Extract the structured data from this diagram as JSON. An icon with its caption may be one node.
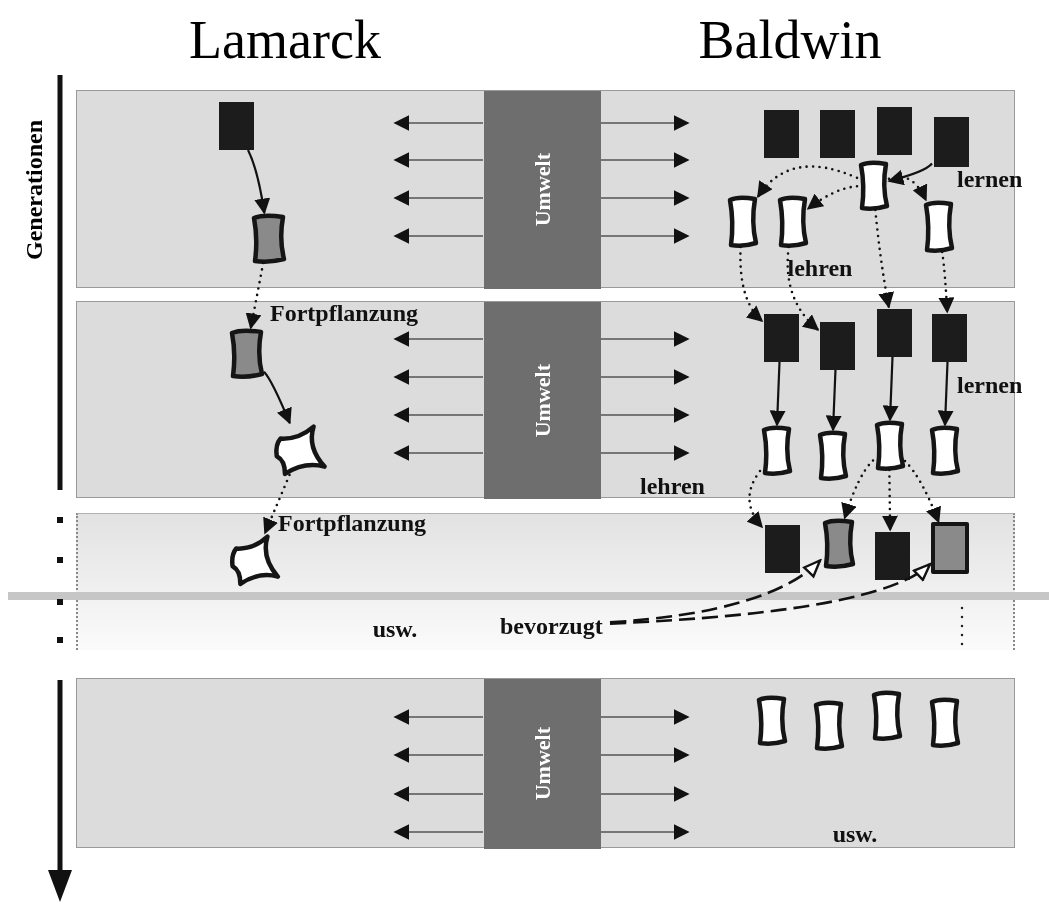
{
  "diagram": {
    "nodes": [
      {
        "text": [],
        "shape": "band"
      },
      {
        "text": [
          "Umwelt"
        ],
        "in": 0
      },
      {
        "text": [],
        "shape": "box",
        "in": 0
      },
      {
        "text": [],
        "shape": "flag",
        "in": 0
      },
      {
        "text": [],
        "shape": "box",
        "in": 0
      },
      {
        "text": [],
        "shape": "box",
        "in": 0
      },
      {
        "text": [],
        "shape": "box",
        "in": 0
      },
      {
        "text": [],
        "shape": "box",
        "in": 0
      },
      {
        "text": [],
        "shape": "flag",
        "in": 0
      },
      {
        "text": [],
        "shape": "flag",
        "in": 0
      },
      {
        "text": [],
        "shape": "flag",
        "in": 0
      },
      {
        "text": [],
        "shape": "flag",
        "in": 0
      },
      {
        "text": [],
        "shape": "band"
      },
      {
        "text": [
          "Umwelt"
        ],
        "in": 12
      },
      {
        "text": [],
        "shape": "flag",
        "in": 12
      },
      {
        "text": [],
        "shape": "blob",
        "in": 12
      },
      {
        "text": [],
        "shape": "box",
        "in": 12
      },
      {
        "text": [],
        "shape": "box",
        "in": 12
      },
      {
        "text": [],
        "shape": "box",
        "in": 12
      },
      {
        "text": [],
        "shape": "box",
        "in": 12
      },
      {
        "text": [],
        "shape": "flag",
        "in": 12
      },
      {
        "text": [],
        "shape": "flag",
        "in": 12
      },
      {
        "text": [],
        "shape": "flag",
        "in": 12
      },
      {
        "text": [],
        "shape": "flag",
        "in": 12
      },
      {
        "text": [],
        "shape": "band"
      },
      {
        "text": [],
        "shape": "blob",
        "in": 24
      },
      {
        "text": [],
        "shape": "box",
        "in": 24
      },
      {
        "text": [],
        "shape": "flag",
        "in": 24
      },
      {
        "text": [],
        "shape": "box",
        "in": 24
      },
      {
        "text": [],
        "shape": "box",
        "in": 24
      },
      {
        "text": [
          "bevorzugt"
        ],
        "in": 24
      },
      {
        "text": [],
        "shape": "band"
      },
      {
        "text": [
          "Umwelt"
        ],
        "in": 31
      },
      {
        "text": [],
        "shape": "flag",
        "in": 31
      },
      {
        "text": [],
        "shape": "flag",
        "in": 31
      },
      {
        "text": [],
        "shape": "flag",
        "in": 31
      },
      {
        "text": [],
        "shape": "flag",
        "in": 31
      }
    ],
    "edges": [
      {
        "from": 2,
        "to": 3,
        "arrow": "to"
      },
      {
        "from": 3,
        "to": 14,
        "arrow": "to",
        "style": "dashed",
        "label": "Fortpflanzung"
      },
      {
        "from": 14,
        "to": 15,
        "arrow": "to"
      },
      {
        "from": 15,
        "to": 25,
        "arrow": "to",
        "style": "dashed",
        "label": "Fortpflanzung"
      },
      {
        "from": 7,
        "to": 8,
        "arrow": "to",
        "label": "lernen"
      },
      {
        "from": 8,
        "to": 9,
        "arrow": "to",
        "style": "dashed"
      },
      {
        "from": 8,
        "to": 10,
        "arrow": "to",
        "style": "dashed"
      },
      {
        "from": 8,
        "to": 11,
        "arrow": "to",
        "style": "dashed"
      },
      {
        "from": 9,
        "to": 16,
        "arrow": "to",
        "style": "dashed"
      },
      {
        "from": 10,
        "to": 17,
        "arrow": "to",
        "style": "dashed"
      },
      {
        "from": 8,
        "to": 18,
        "arrow": "to",
        "style": "dashed"
      },
      {
        "from": 11,
        "to": 19,
        "arrow": "to",
        "style": "dashed"
      },
      {
        "from": 16,
        "to": 20,
        "arrow": "to"
      },
      {
        "from": 17,
        "to": 21,
        "arrow": "to"
      },
      {
        "from": 18,
        "to": 22,
        "arrow": "to"
      },
      {
        "from": 19,
        "to": 23,
        "arrow": "to",
        "label": "lernen"
      },
      {
        "from": 20,
        "to": 26,
        "arrow": "to",
        "style": "dashed",
        "label": "lehren"
      },
      {
        "from": 22,
        "to": 27,
        "arrow": "to",
        "style": "dashed"
      },
      {
        "from": 22,
        "to": 28,
        "arrow": "to",
        "style": "dashed"
      },
      {
        "from": 22,
        "to": 29,
        "arrow": "to",
        "style": "dashed"
      },
      {
        "from": 30,
        "to": 27,
        "arrow": "to",
        "style": "dashed"
      },
      {
        "from": 30,
        "to": 29,
        "arrow": "to",
        "style": "dashed"
      },
      {
        "from": 1,
        "to": null,
        "arrow": "to"
      },
      {
        "from": 1,
        "to": null,
        "arrow": "to"
      },
      {
        "from": 1,
        "to": null,
        "arrow": "to"
      },
      {
        "from": 1,
        "to": null,
        "arrow": "to"
      },
      {
        "from": 1,
        "to": null,
        "arrow": "to"
      },
      {
        "from": 1,
        "to": null,
        "arrow": "to"
      },
      {
        "from": 1,
        "to": null,
        "arrow": "to"
      },
      {
        "from": 1,
        "to": null,
        "arrow": "to"
      },
      {
        "from": 13,
        "to": null,
        "arrow": "to"
      },
      {
        "from": 13,
        "to": null,
        "arrow": "to"
      },
      {
        "from": 13,
        "to": null,
        "arrow": "to"
      },
      {
        "from": 13,
        "to": null,
        "arrow": "to"
      },
      {
        "from": 13,
        "to": null,
        "arrow": "to"
      },
      {
        "from": 13,
        "to": null,
        "arrow": "to"
      },
      {
        "from": 13,
        "to": null,
        "arrow": "to"
      },
      {
        "from": 13,
        "to": null,
        "arrow": "to"
      },
      {
        "from": 32,
        "to": null,
        "arrow": "to"
      },
      {
        "from": 32,
        "to": null,
        "arrow": "to"
      },
      {
        "from": 32,
        "to": null,
        "arrow": "to"
      },
      {
        "from": 32,
        "to": null,
        "arrow": "to"
      },
      {
        "from": 32,
        "to": null,
        "arrow": "to"
      },
      {
        "from": 32,
        "to": null,
        "arrow": "to"
      },
      {
        "from": 32,
        "to": null,
        "arrow": "to"
      },
      {
        "from": 32,
        "to": null,
        "arrow": "to"
      }
    ],
    "labels": [
      "Lamarck",
      "Baldwin",
      "Generationen",
      "lehren",
      "usw.",
      "usw."
    ]
  }
}
